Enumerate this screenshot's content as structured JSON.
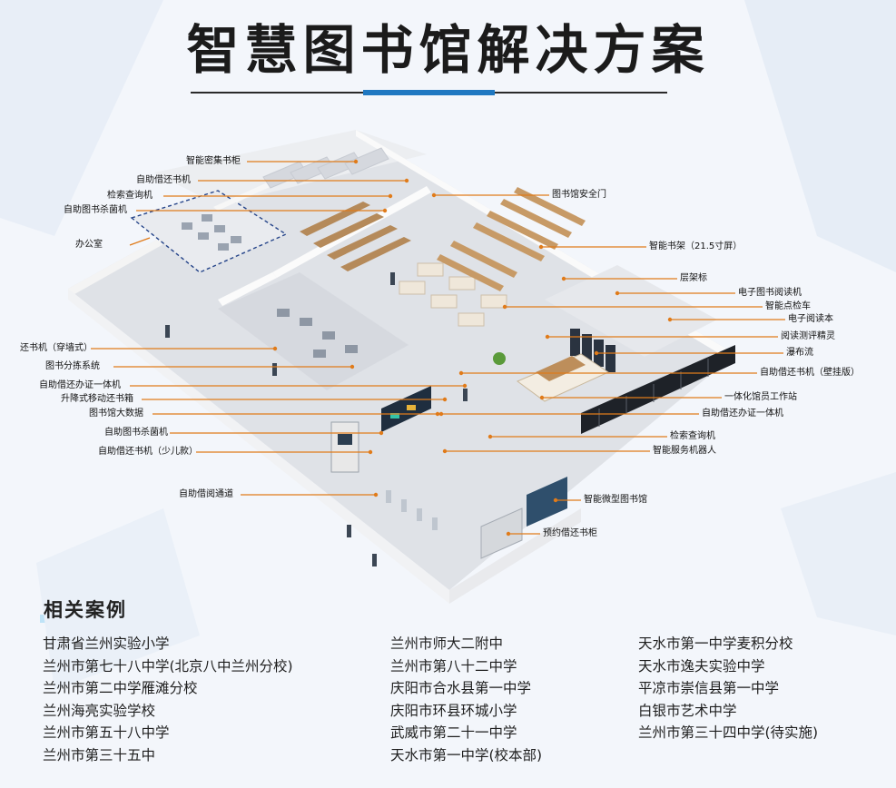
{
  "title": "智慧图书馆解决方案",
  "callouts": {
    "c1": "智能密集书柜",
    "c2": "自助借还书机",
    "c3": "检索查询机",
    "c4": "自助图书杀菌机",
    "c5": "办公室",
    "c6": "还书机（穿墙式）",
    "c7": "图书分拣系统",
    "c8": "自助借还办证一体机",
    "c9": "升降式移动还书箱",
    "c10": "图书馆大数据",
    "c11": "自助图书杀菌机",
    "c12": "自助借还书机（少儿款）",
    "c13": "自助借阅通道",
    "c14": "图书馆安全门",
    "c15": "智能书架（21.5寸屏）",
    "c16": "层架标",
    "c17": "电子图书阅读机",
    "c18": "智能点检车",
    "c19": "电子阅读本",
    "c20": "阅读测评精灵",
    "c21": "瀑布流",
    "c22": "自助借还书机（壁挂版）",
    "c23": "一体化馆员工作站",
    "c24": "自助借还办证一体机",
    "c25": "检索查询机",
    "c26": "智能服务机器人",
    "c27": "智能微型图书馆",
    "c28": "预约借还书柜"
  },
  "cases": {
    "heading": "相关案例",
    "col1": [
      "甘肃省兰州实验小学",
      "兰州市第七十八中学(北京八中兰州分校)",
      "兰州市第二中学雁滩分校",
      "兰州海亮实验学校",
      "兰州市第五十八中学",
      "兰州市第三十五中"
    ],
    "col2": [
      "兰州市师大二附中",
      "兰州市第八十二中学",
      "庆阳市合水县第一中学",
      "庆阳市环县环城小学",
      "武威市第二十一中学",
      "天水市第一中学(校本部)"
    ],
    "col3": [
      "天水市第一中学麦积分校",
      "天水市逸夫实验中学",
      "平凉市崇信县第一中学",
      "白银市艺术中学",
      "兰州市第三十四中学(待实施)"
    ]
  },
  "colors": {
    "accent": "#1f78c1",
    "leader": "#e07b1a",
    "office_outline": "#26458a"
  }
}
